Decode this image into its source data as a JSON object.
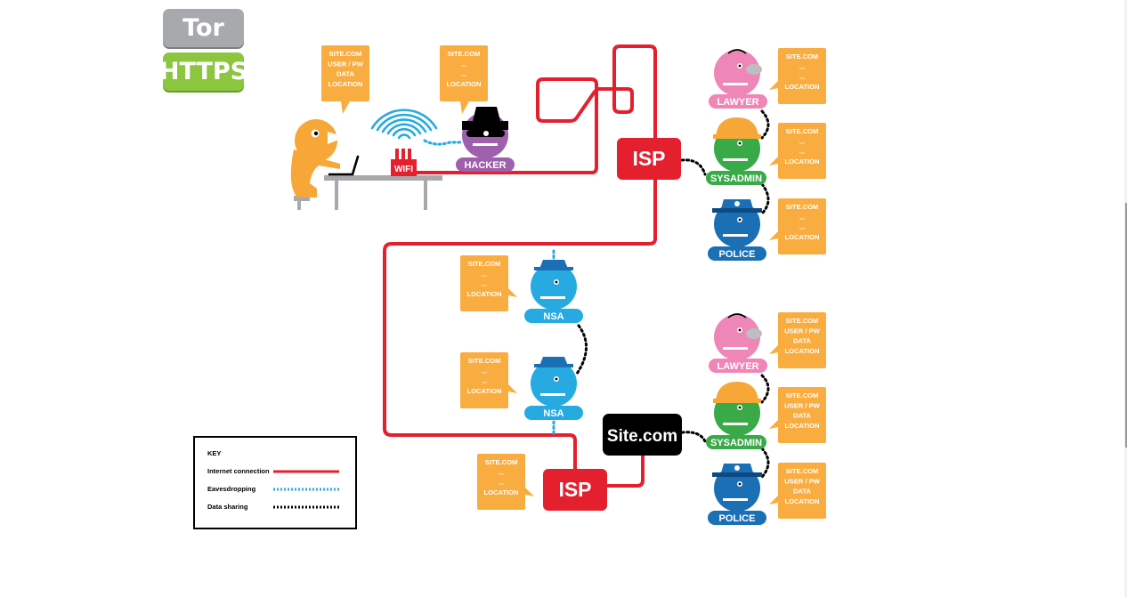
{
  "toggles": {
    "tor": "Tor",
    "https": "HTTPS"
  },
  "user_bubble": [
    "SITE.COM",
    "USER / PW",
    "DATA",
    "LOCATION"
  ],
  "hacker_bubble": [
    "SITE.COM",
    "...",
    "...",
    "LOCATION"
  ],
  "labels": {
    "wifi": "WIFI",
    "hacker": "HACKER",
    "isp": "ISP",
    "site": "Site.com",
    "lawyer": "LAWYER",
    "sysadmin": "SYSADMIN",
    "police": "POLICE",
    "nsa": "NSA"
  },
  "redacted_bubble": [
    "SITE.COM",
    "...",
    "...",
    "LOCATION"
  ],
  "full_bubble": [
    "SITE.COM",
    "USER / PW",
    "DATA",
    "LOCATION"
  ],
  "key": {
    "title": "KEY",
    "internet": "Internet connection",
    "eavesdropping": "Eavesdropping",
    "sharing": "Data sharing"
  },
  "colors": {
    "connection": "#e5202e",
    "eavesdrop": "#27aae1",
    "bubble": "#f9ad40",
    "user": "#f7a738",
    "hacker": "#9e5fad",
    "lawyer": "#ee86b7",
    "sysadmin": "#3aaa48",
    "police": "#1b6fb5",
    "nsa": "#27aae1",
    "helmet": "#f7a738"
  }
}
